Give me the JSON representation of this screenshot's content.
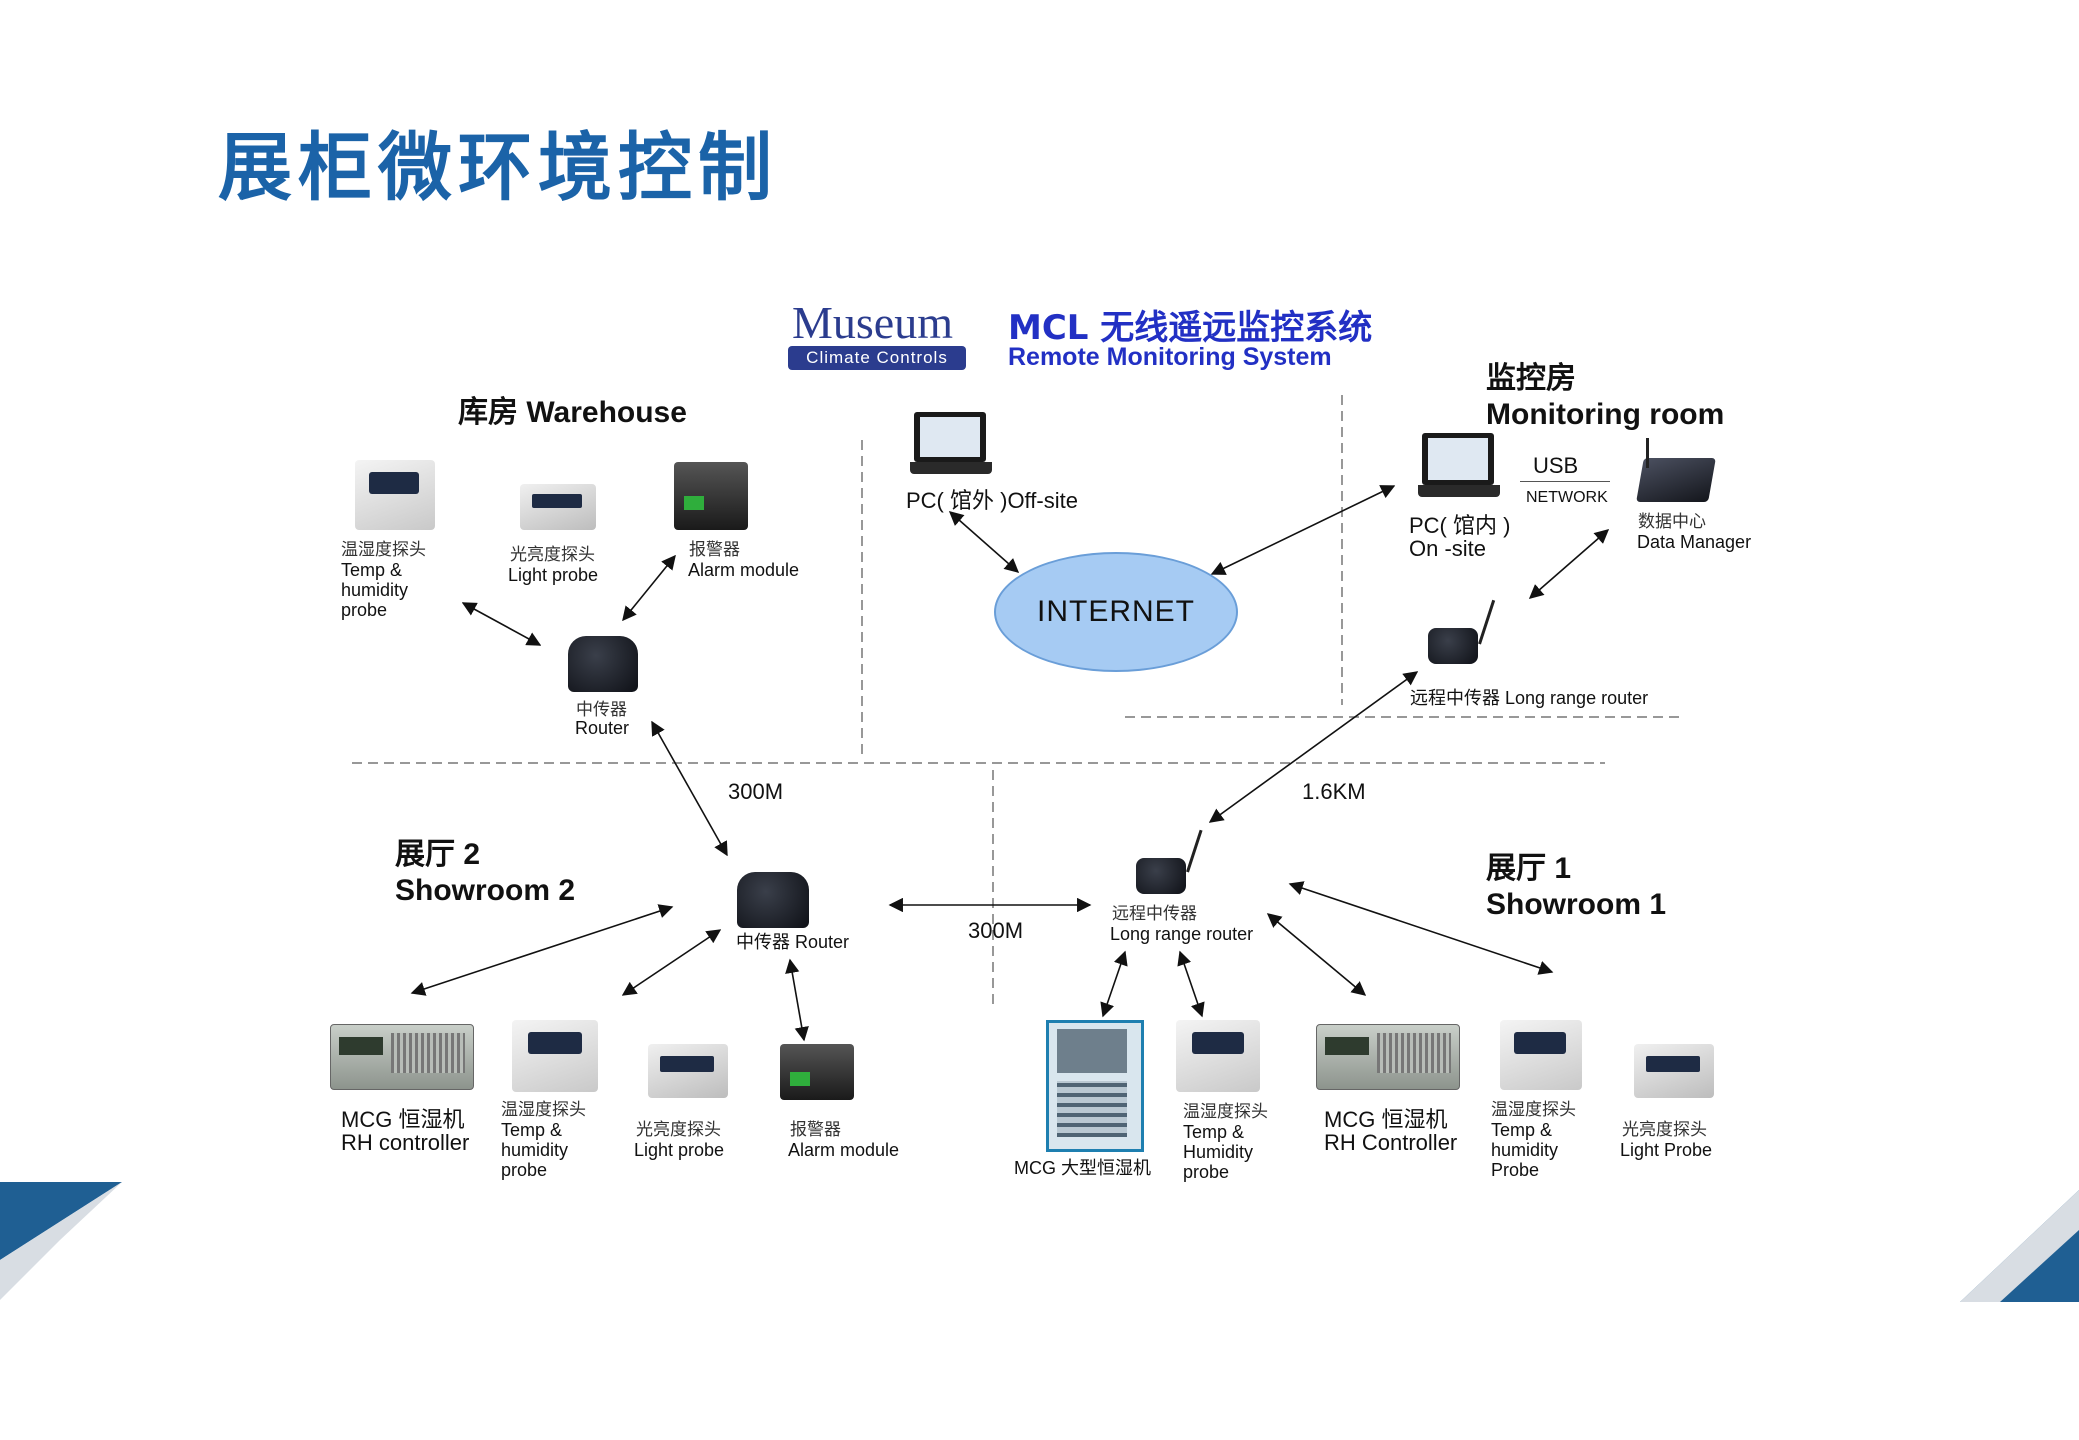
{
  "page_title": "展柜微环境控制",
  "logo": {
    "word": "Museum",
    "tagline": "Climate Controls"
  },
  "system": {
    "title": "MCL 无线遥远监控系统",
    "subtitle": "Remote Monitoring System"
  },
  "sections": {
    "warehouse": "库房 Warehouse",
    "monitoring_cn": "监控房",
    "monitoring_en": "Monitoring room",
    "showroom2_cn": "展厅 2",
    "showroom2_en": "Showroom 2",
    "showroom1_cn": "展厅 1",
    "showroom1_en": "Showroom 1"
  },
  "warehouse_devices": {
    "temp_cn": "温湿度探头",
    "temp_en_1": "Temp &",
    "temp_en_2": "humidity",
    "temp_en_3": "probe",
    "light_cn": "光亮度探头",
    "light_en": "Light probe",
    "alarm_cn": "报警器",
    "alarm_en": "Alarm module",
    "router_cn": "中传器",
    "router_en": "Router"
  },
  "offsite": {
    "pc": "PC( 馆外 )Off-site"
  },
  "internet": "INTERNET",
  "monitoring_devices": {
    "usb": "USB",
    "network": "NETWORK",
    "pc_1": "PC( 馆内 )",
    "pc_2": "On -site",
    "dm_cn": "数据中心",
    "dm_en": "Data Manager",
    "lr_router": "远程中传器 Long range router"
  },
  "distances": {
    "d1": "300M",
    "d2": "1.6KM",
    "d3": "300M"
  },
  "showroom2_devices": {
    "router": "中传器 Router",
    "rh_1": "MCG 恒湿机",
    "rh_2": "RH controller",
    "temp_cn": "温湿度探头",
    "temp_1": "Temp &",
    "temp_2": "humidity",
    "temp_3": "probe",
    "light_cn": "光亮度探头",
    "light_en": "Light probe",
    "alarm_cn": "报警器",
    "alarm_en": "Alarm module"
  },
  "showroom1_devices": {
    "lr_cn": "远程中传器",
    "lr_en": "Long range router",
    "big_rh": "MCG  大型恒湿机",
    "temp_cn": "温湿度探头",
    "temp_1": "Temp &",
    "temp_2": "Humidity",
    "temp_3": "probe",
    "rh_1": "MCG 恒湿机",
    "rh_2": "RH Controller",
    "temp2_cn": "温湿度探头",
    "temp2_1": "Temp &",
    "temp2_2": "humidity",
    "temp2_3": "Probe",
    "light_cn": "光亮度探头",
    "light_en": "Light Probe"
  },
  "colors": {
    "title_blue": "#1b63a8",
    "system_blue": "#2230c4",
    "internet_fill": "#a6cbf3",
    "corner_dark": "#1f5f93"
  }
}
